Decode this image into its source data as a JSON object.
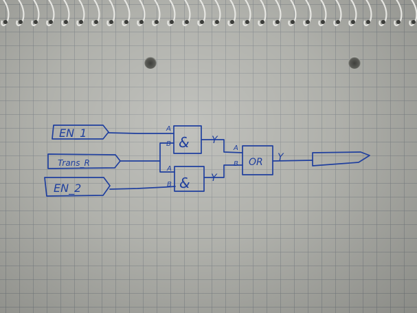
{
  "inputs": {
    "en1": "EN_1",
    "trans": "Trans_R",
    "en2": "EN_2"
  },
  "gate_upper": {
    "pin_a": "A",
    "pin_b": "B",
    "symbol": "&",
    "out": "Y"
  },
  "gate_lower": {
    "pin_a": "A",
    "pin_b": "B",
    "symbol": "&",
    "out": "Y"
  },
  "gate_or": {
    "pin_a": "A",
    "pin_b": "B",
    "symbol": "OR",
    "out": "Y"
  },
  "colors": {
    "ink": "#1f3f9e",
    "paper": "#a9aaa4",
    "grid": "#787d82"
  }
}
